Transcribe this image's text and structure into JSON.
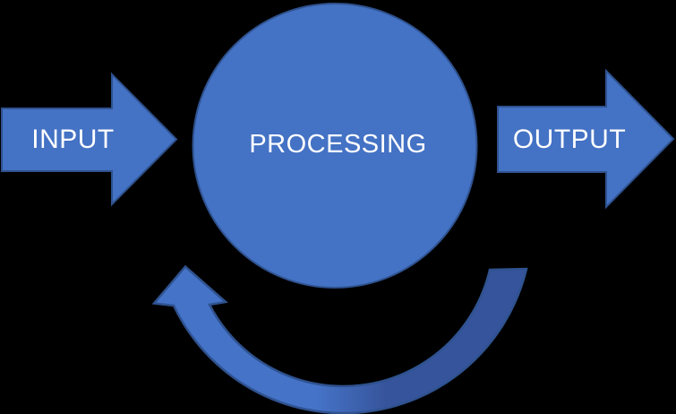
{
  "diagram": {
    "labels": {
      "input": "INPUT",
      "processing": "PROCESSING",
      "output": "OUTPUT"
    },
    "colors": {
      "background": "#000000",
      "shape_fill": "#4472C4",
      "shape_border": "#2F528F",
      "feedback_arrow_light": "#4573C7",
      "feedback_arrow_dark": "#36549B",
      "label_text": "#FFFFFF"
    },
    "structure": {
      "flow": "input -> processing -> output",
      "feedback": "curved arrow looping from below output side back up toward processing"
    }
  }
}
